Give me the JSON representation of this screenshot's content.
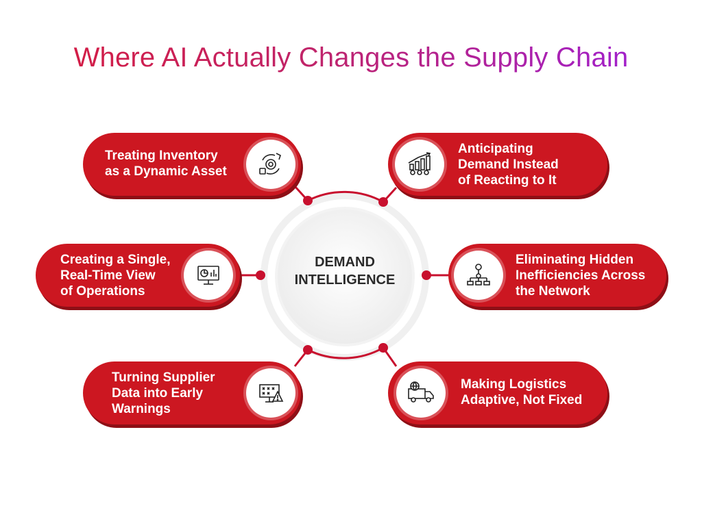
{
  "title": "Where AI Actually Changes the Supply Chain",
  "center": {
    "label": "DEMAND\nINTELLIGENCE"
  },
  "nodes": [
    {
      "id": "inventory",
      "label": "Treating Inventory\nas a Dynamic Asset",
      "icon": "inventory-cycle-icon"
    },
    {
      "id": "demand",
      "label": "Anticipating\nDemand Instead\nof Reacting to It",
      "icon": "demand-growth-icon"
    },
    {
      "id": "view",
      "label": "Creating a Single,\nReal-Time View\nof Operations",
      "icon": "dashboard-monitor-icon"
    },
    {
      "id": "inefficiencies",
      "label": "Eliminating Hidden\nInefficiencies Across\nthe Network",
      "icon": "network-hierarchy-icon"
    },
    {
      "id": "supplier",
      "label": "Turning Supplier\nData into Early\nWarnings",
      "icon": "warning-board-icon"
    },
    {
      "id": "logistics",
      "label": "Making Logistics\nAdaptive, Not Fixed",
      "icon": "delivery-truck-icon"
    }
  ],
  "colors": {
    "pill": "#cc1721",
    "pill_shadow": "#8e0f16",
    "connector": "#c8102e",
    "title_start": "#d81b3c",
    "title_end": "#9b1fe0"
  }
}
